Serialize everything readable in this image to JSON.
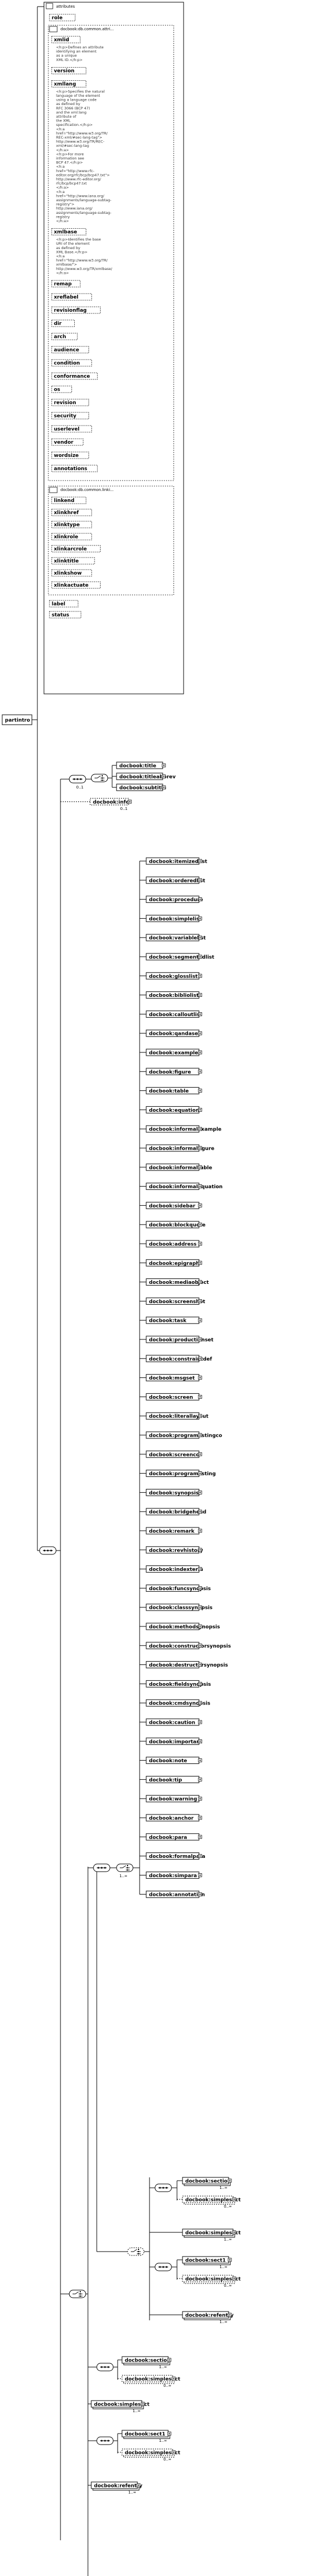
{
  "diagram": {
    "root_element": "partintro",
    "attributes_title": "attributes",
    "attr_role": "role",
    "common_attrs_title": "docbook:db.common.attri...",
    "common_linking_title": "docbook:db.common.linki...",
    "attr_label": "label",
    "attr_status": "status",
    "common_attributes": [
      {
        "name": "xmlid",
        "doc": [
          "<h:p>Defines an attribute",
          "identifying an element",
          "as a unique",
          "XML ID.</h:p>"
        ]
      },
      {
        "name": "version",
        "doc": []
      },
      {
        "name": "xmllang",
        "doc": [
          "<h:p>Specifies the natural",
          "language of the element",
          "using a language code",
          "as defined by",
          "RFC 3066 (BCP 47)",
          "and the xml:lang",
          "attribute of",
          "the XML",
          "specification.</h:p>",
          "<h:a",
          "href=\"http://www.w3.org/TR/",
          "REC-xml/#sec-lang-tag\">",
          "http://www.w3.org/TR/REC-",
          "xml/#sec-lang-tag",
          "</h:a>",
          "<h:p>For more",
          "information see",
          "BCP 47.</h:p>",
          "<h:a",
          "href=\"http://www.rfc-",
          "editor.org/rfc/bcp/bcp47.txt\">",
          "http://www.rfc-editor.org/",
          "rfc/bcp/bcp47.txt",
          "</h:a>",
          "<h:a",
          "href=\"http://www.iana.org/",
          "assignments/language-subtag-",
          "registry\">",
          "http://www.iana.org/",
          "assignments/language-subtag-",
          "registry",
          "</h:a>"
        ]
      },
      {
        "name": "xmlbase",
        "doc": [
          "<h:p>Identifies the base",
          "URI of the element",
          "as defined by",
          "XML Base.</h:p>",
          "<h:a",
          "href=\"http://www.w3.org/TR/",
          "xmlbase/\">",
          "http://www.w3.org/TR/xmlbase/",
          "</h:a>"
        ]
      },
      {
        "name": "remap",
        "doc": []
      },
      {
        "name": "xreflabel",
        "doc": []
      },
      {
        "name": "revisionflag",
        "doc": []
      },
      {
        "name": "dir",
        "doc": []
      },
      {
        "name": "arch",
        "doc": []
      },
      {
        "name": "audience",
        "doc": []
      },
      {
        "name": "condition",
        "doc": []
      },
      {
        "name": "conformance",
        "doc": []
      },
      {
        "name": "os",
        "doc": []
      },
      {
        "name": "revision",
        "doc": []
      },
      {
        "name": "security",
        "doc": []
      },
      {
        "name": "userlevel",
        "doc": []
      },
      {
        "name": "vendor",
        "doc": []
      },
      {
        "name": "wordsize",
        "doc": []
      },
      {
        "name": "annotations",
        "doc": []
      }
    ],
    "linking_attributes": [
      "linkend",
      "xlinkhref",
      "xlinktype",
      "xlinkrole",
      "xlinkarcrole",
      "xlinktitle",
      "xlinkshow",
      "xlinkactuate"
    ],
    "title_group": [
      "docbook:title",
      "docbook:titleabbrev",
      "docbook:subtitle"
    ],
    "title_group_occurs": "0..1",
    "info_element": "docbook:info",
    "info_occurs": "0..1",
    "choice_occurs": "1..∞",
    "block_elements": [
      "docbook:itemizedlist",
      "docbook:orderedlist",
      "docbook:procedure",
      "docbook:simplelist",
      "docbook:variablelist",
      "docbook:segmentedlist",
      "docbook:glosslist",
      "docbook:bibliolist",
      "docbook:calloutlist",
      "docbook:qandaset",
      "docbook:example",
      "docbook:figure",
      "docbook:table",
      "docbook:equation",
      "docbook:informalexample",
      "docbook:informalfigure",
      "docbook:informaltable",
      "docbook:informalequation",
      "docbook:sidebar",
      "docbook:blockquote",
      "docbook:address",
      "docbook:epigraph",
      "docbook:mediaobject",
      "docbook:screenshot",
      "docbook:task",
      "docbook:productionset",
      "docbook:constraintdef",
      "docbook:msgset",
      "docbook:screen",
      "docbook:literallayout",
      "docbook:programlistingco",
      "docbook:screenco",
      "docbook:programlisting",
      "docbook:synopsis",
      "docbook:bridgehead",
      "docbook:remark",
      "docbook:revhistory",
      "docbook:indexterm",
      "docbook:funcsynopsis",
      "docbook:classsynopsis",
      "docbook:methodsynopsis",
      "docbook:constructorsynopsis",
      "docbook:destructorsynopsis",
      "docbook:fieldsynopsis",
      "docbook:cmdsynopsis",
      "docbook:caution",
      "docbook:important",
      "docbook:note",
      "docbook:tip",
      "docbook:warning",
      "docbook:anchor",
      "docbook:para",
      "docbook:formalpara",
      "docbook:simpara",
      "docbook:annotation"
    ],
    "section_group_a": [
      {
        "name": "docbook:section",
        "occurs": "1..∞",
        "optional": false
      },
      {
        "name": "docbook:simplesect",
        "occurs": "0..∞",
        "optional": true
      }
    ],
    "simplesect_alone": {
      "name": "docbook:simplesect",
      "occurs": "1..∞"
    },
    "sect1_group": [
      {
        "name": "docbook:sect1",
        "occurs": "1..∞",
        "optional": false
      },
      {
        "name": "docbook:simplesect",
        "occurs": "0..∞",
        "optional": true
      }
    ],
    "refentry_a": {
      "name": "docbook:refentry",
      "occurs": "1..∞"
    },
    "section_group_b": [
      {
        "name": "docbook:section",
        "occurs": "1..∞",
        "optional": false
      },
      {
        "name": "docbook:simplesect",
        "occurs": "0..∞",
        "optional": true
      }
    ],
    "simplesect_b": {
      "name": "docbook:simplesect",
      "occurs": "1..∞"
    },
    "sect1_group_b": [
      {
        "name": "docbook:sect1",
        "occurs": "1..∞",
        "optional": false
      },
      {
        "name": "docbook:simplesect",
        "occurs": "0..∞",
        "optional": true
      }
    ],
    "refentry_b": {
      "name": "docbook:refentry",
      "occurs": "1..∞"
    }
  }
}
